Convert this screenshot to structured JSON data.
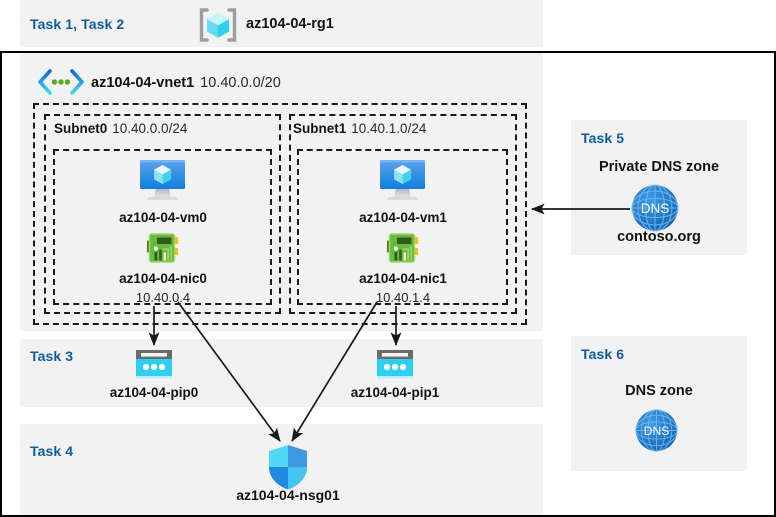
{
  "diagram": {
    "title": "Azure AZ-104 Lab 04 architecture",
    "colors": {
      "panel_bg": "#f2f2f2",
      "task_label": "#0f5c9c",
      "outer_border": "#000000",
      "dashed_border": "#1a1a1a",
      "vm_blue": "#1b87e0",
      "nic_green": "#5fa83c",
      "pip_cyan": "#2fd0ef",
      "dns_blue": "#1f78c8",
      "nsg_blue": "#1f9bef",
      "rg_cube": "#6fe0f5"
    }
  },
  "resource_group": {
    "task_label": "Task 1, Task 2",
    "icon": "resource-group-icon",
    "name": "az104-04-rg1"
  },
  "vnet": {
    "icon": "virtual-network-icon",
    "name": "az104-04-vnet1",
    "cidr": "10.40.0.0/20"
  },
  "subnets": [
    {
      "name": "Subnet0",
      "cidr": "10.40.0.0/24",
      "vm": {
        "icon": "virtual-machine-icon",
        "name": "az104-04-vm0"
      },
      "nic": {
        "icon": "network-interface-icon",
        "name": "az104-04-nic0",
        "ip": "10.40.0.4"
      }
    },
    {
      "name": "Subnet1",
      "cidr": "10.40.1.0/24",
      "vm": {
        "icon": "virtual-machine-icon",
        "name": "az104-04-vm1"
      },
      "nic": {
        "icon": "network-interface-icon",
        "name": "az104-04-nic1",
        "ip": "10.40.1.4"
      }
    }
  ],
  "task3": {
    "task_label": "Task 3",
    "pip0": {
      "icon": "public-ip-icon",
      "name": "az104-04-pip0"
    },
    "pip1": {
      "icon": "public-ip-icon",
      "name": "az104-04-pip1"
    }
  },
  "task4": {
    "task_label": "Task 4",
    "nsg": {
      "icon": "network-security-group-icon",
      "name": "az104-04-nsg01"
    }
  },
  "task5": {
    "task_label": "Task 5",
    "heading": "Private DNS zone",
    "icon": "dns-zone-icon",
    "icon_text": "DNS",
    "name": "contoso.org"
  },
  "task6": {
    "task_label": "Task 6",
    "heading": "DNS zone",
    "icon": "dns-zone-icon",
    "icon_text": "DNS"
  }
}
